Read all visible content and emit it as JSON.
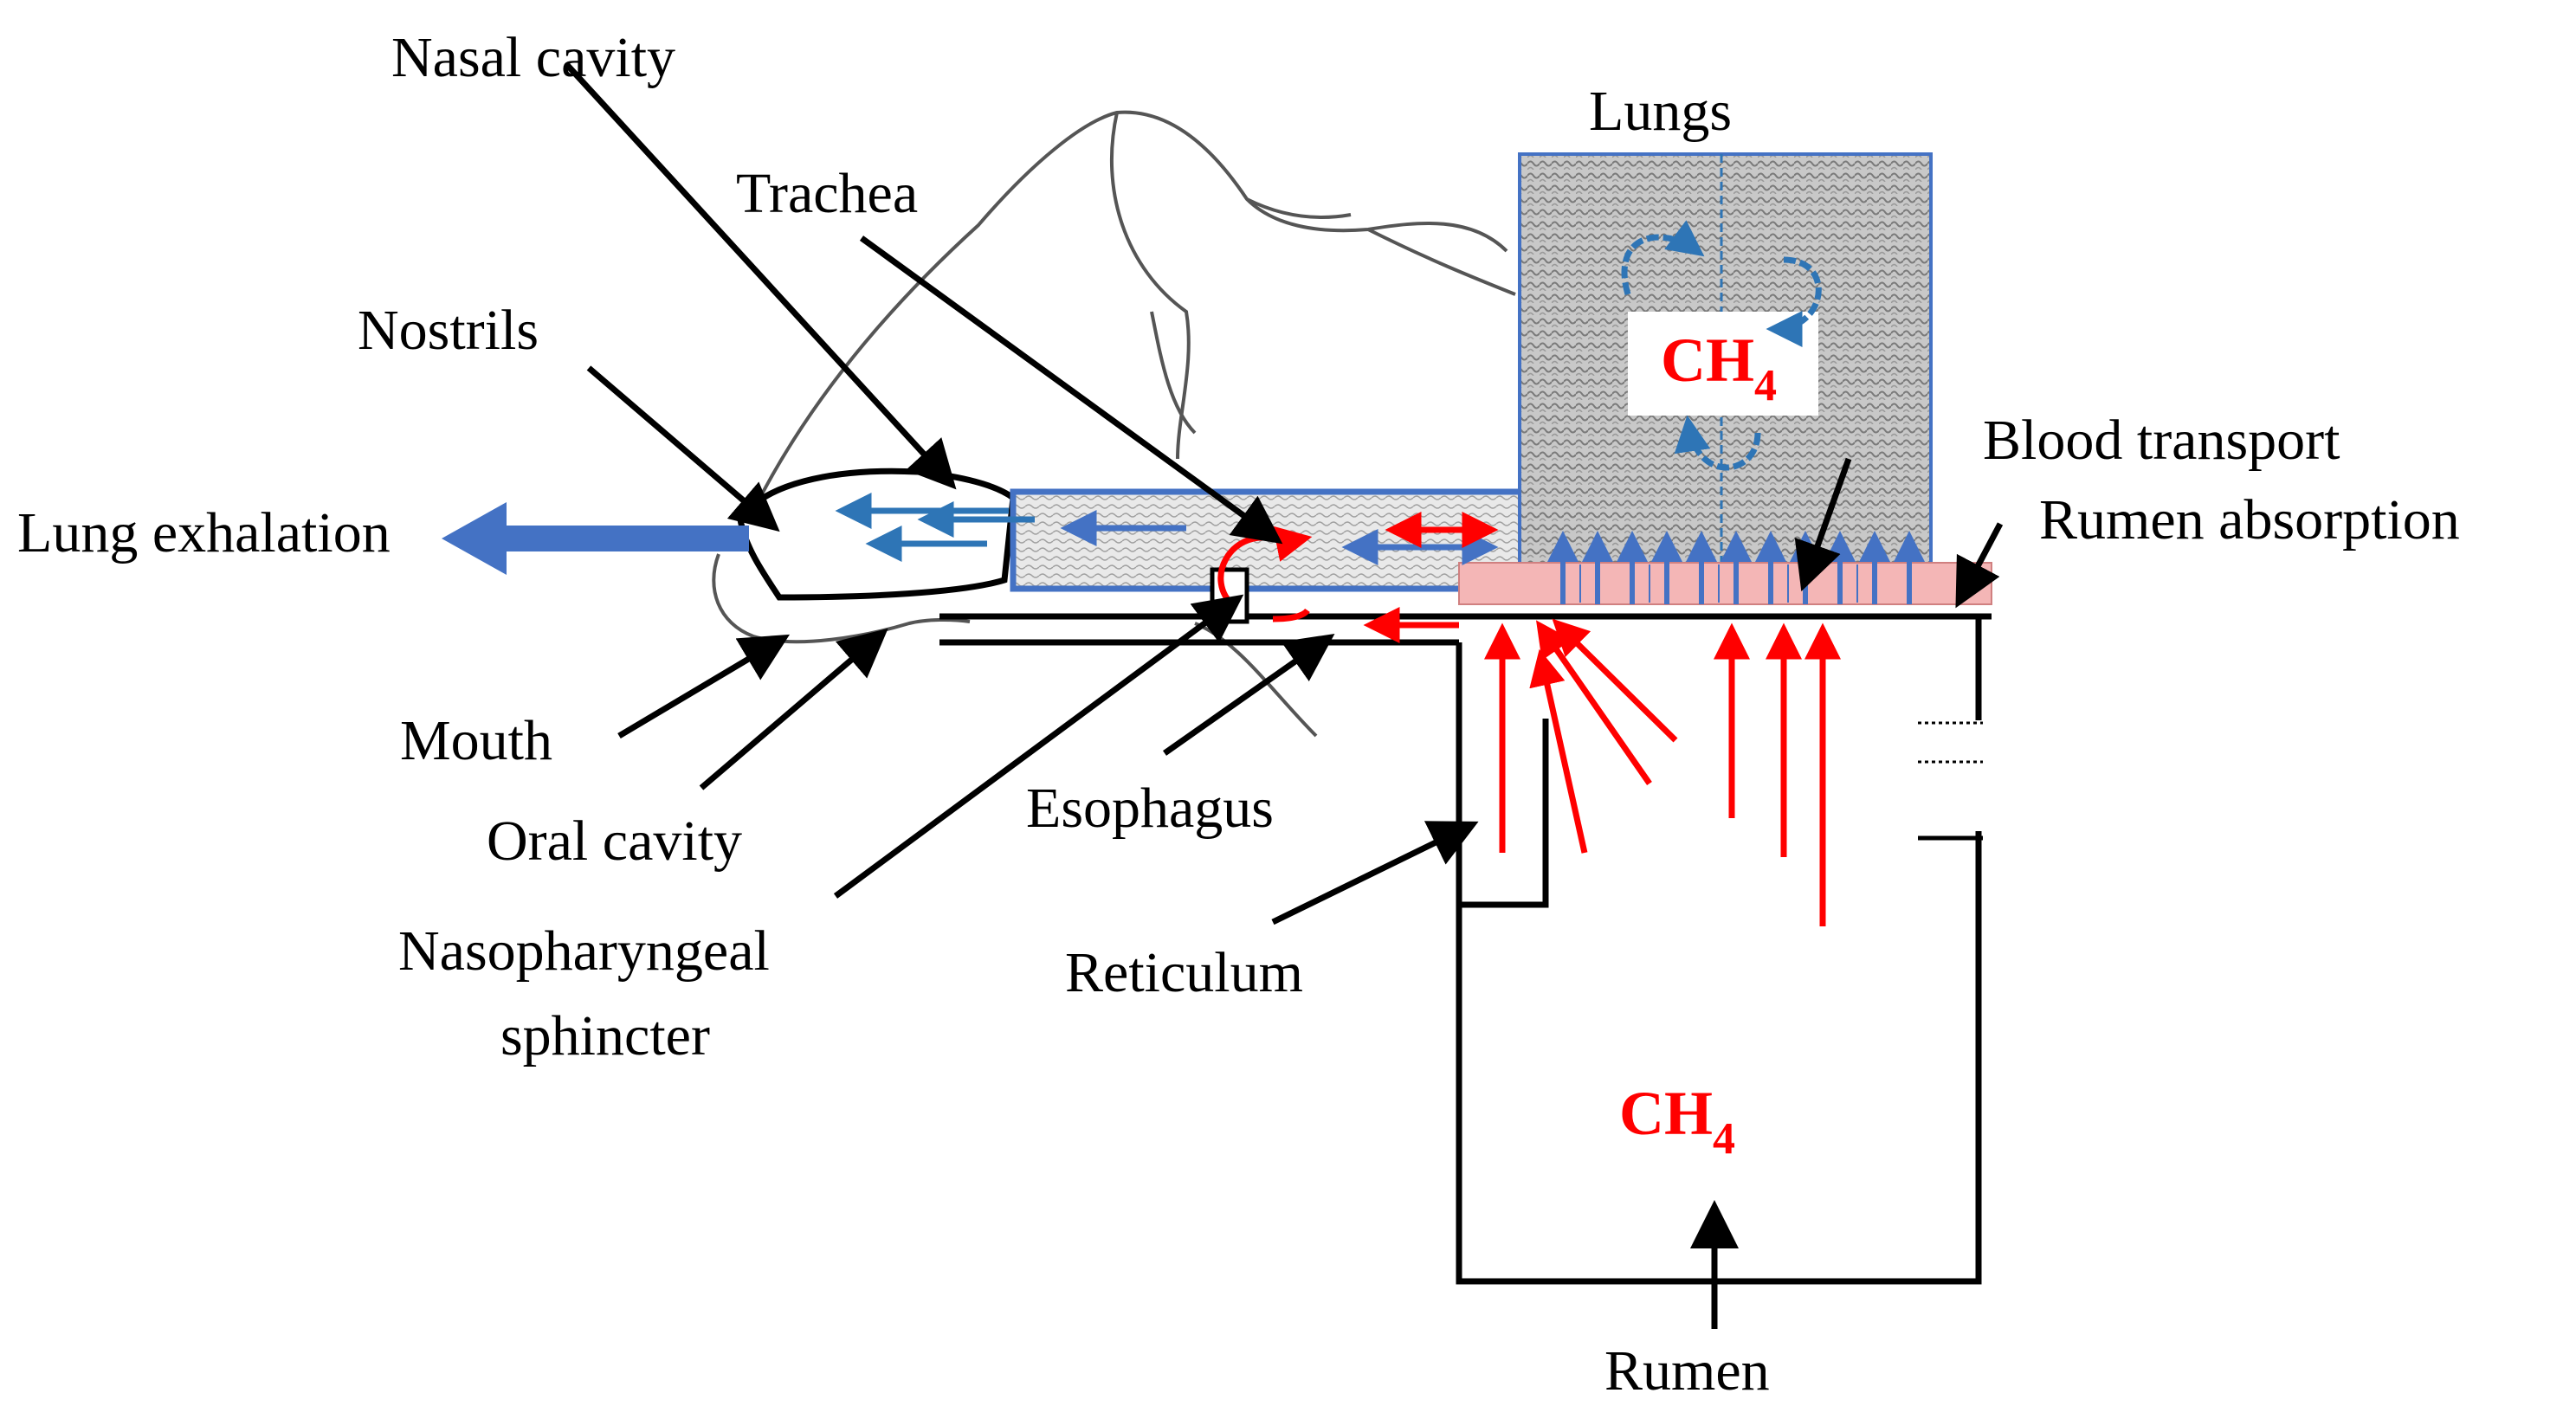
{
  "labels": {
    "nasal_cavity": "Nasal cavity",
    "lungs": "Lungs",
    "trachea": "Trachea",
    "nostrils": "Nostrils",
    "blood_transport": "Blood transport",
    "lung_exhalation": "Lung exhalation",
    "rumen_absorption": "Rumen absorption",
    "mouth": "Mouth",
    "oral_cavity": "Oral cavity",
    "esophagus": "Esophagus",
    "nasopharyngeal_1": "Nasopharyngeal",
    "nasopharyngeal_2": "sphincter",
    "reticulum": "Reticulum",
    "rumen": "Rumen"
  },
  "gas": {
    "lungs_main": "CH",
    "lungs_sub": "4",
    "rumen_main": "CH",
    "rumen_sub": "4"
  },
  "colors": {
    "methane_red": "#ff0000",
    "air_blue": "#4472c4",
    "light_blue": "#2e75b6",
    "blood_pink": "#f4b6b6",
    "outline": "#000000",
    "cow_outline": "#555555",
    "lung_fill": "#b0b0b0"
  }
}
